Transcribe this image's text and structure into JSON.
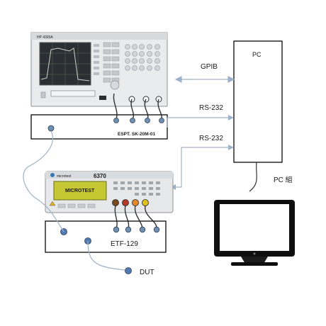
{
  "labels": {
    "gpib": "GPIB",
    "pc": "PC",
    "rs232_top": "RS-232",
    "rs232_bottom": "RS-232",
    "pc_group": "PC 組",
    "fixture_top": "ESPT. SK-20M-01",
    "fixture_bottom": "ETF-129",
    "dut": "DUT"
  },
  "instruments": {
    "analyzer_brand": "HP 4395A",
    "lcr_model": "6370",
    "lcr_brand": "MICROTEST",
    "lcr_logo": "microtest"
  },
  "colors": {
    "line": "#1a1a1a",
    "connector": "#6f8fb3",
    "cable": "#9fb3c8",
    "node": "#4f79b0",
    "lcr_screen": "#c5c832"
  }
}
